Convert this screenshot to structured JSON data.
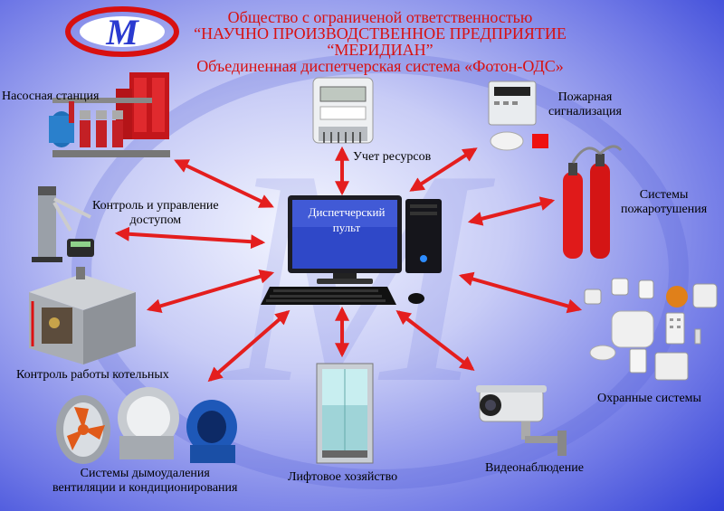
{
  "header": {
    "logo_letter": "M",
    "line1": "Общество с ограниченой ответственностью",
    "line2": "“НАУЧНО ПРОИЗВОДСТВЕННОЕ ПРЕДПРИЯТИЕ",
    "line3": "“МЕРИДИАН”",
    "line4": "Объединенная диспетчерская система «Фотон-ОДС»"
  },
  "center": {
    "label_line1": "Диспетчерский",
    "label_line2": "пульт"
  },
  "nodes": {
    "pump": "Насосная станция",
    "resources": "Учет  ресурсов",
    "fire_alarm_1": "Пожарная",
    "fire_alarm_2": "сигнализация",
    "access_1": "Контроль и управление",
    "access_2": "доступом",
    "extinguish_1": "Системы",
    "extinguish_2": "пожаротушения",
    "boiler": "Контроль работы котельных",
    "security": "Охранные системы",
    "smoke_1": "Системы дымоудаления",
    "smoke_2": "вентиляции и кондиционирования",
    "elevator": "Лифтовое хозяйство",
    "video": "Видеонаблюдение"
  },
  "colors": {
    "title": "#d81010",
    "arrow": "#e41e1e",
    "bg_outer": "#2f3fd6",
    "bg_inner": "#e8ecff"
  }
}
